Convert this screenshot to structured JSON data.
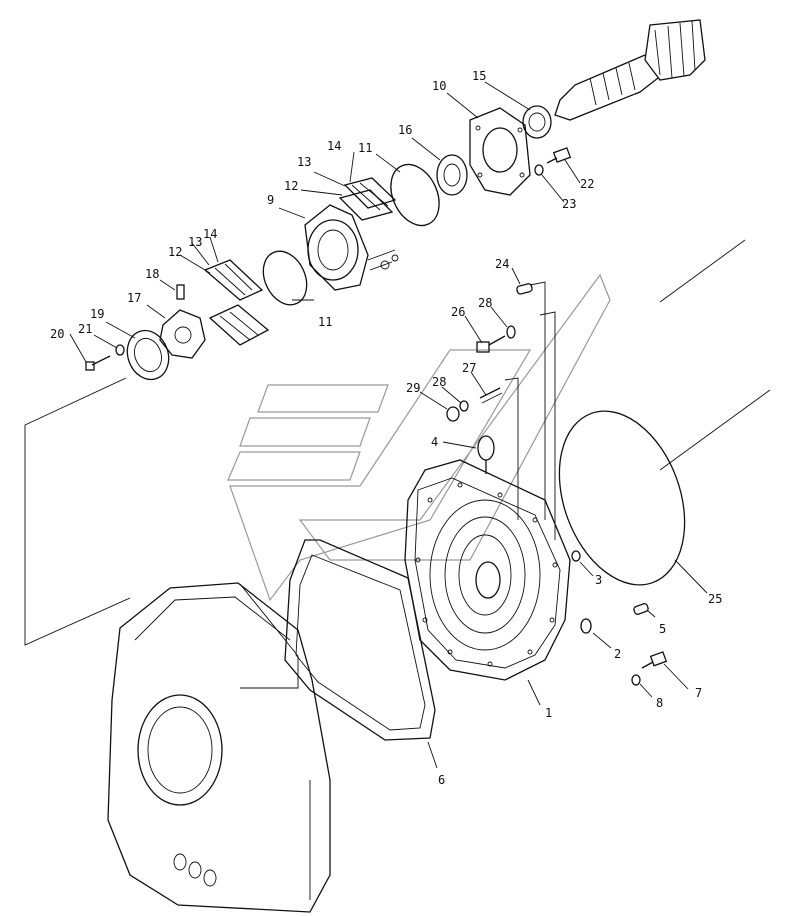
{
  "diagram": {
    "type": "exploded-parts-view",
    "callouts": [
      {
        "id": "c1",
        "label": "1"
      },
      {
        "id": "c2",
        "label": "2"
      },
      {
        "id": "c3",
        "label": "3"
      },
      {
        "id": "c4",
        "label": "4"
      },
      {
        "id": "c5",
        "label": "5"
      },
      {
        "id": "c6",
        "label": "6"
      },
      {
        "id": "c7",
        "label": "7"
      },
      {
        "id": "c8",
        "label": "8"
      },
      {
        "id": "c9",
        "label": "9"
      },
      {
        "id": "c10",
        "label": "10"
      },
      {
        "id": "c11a",
        "label": "11"
      },
      {
        "id": "c11b",
        "label": "11"
      },
      {
        "id": "c12a",
        "label": "12"
      },
      {
        "id": "c12b",
        "label": "12"
      },
      {
        "id": "c13a",
        "label": "13"
      },
      {
        "id": "c13b",
        "label": "13"
      },
      {
        "id": "c14a",
        "label": "14"
      },
      {
        "id": "c14b",
        "label": "14"
      },
      {
        "id": "c15",
        "label": "15"
      },
      {
        "id": "c16",
        "label": "16"
      },
      {
        "id": "c17",
        "label": "17"
      },
      {
        "id": "c18",
        "label": "18"
      },
      {
        "id": "c19",
        "label": "19"
      },
      {
        "id": "c20",
        "label": "20"
      },
      {
        "id": "c21",
        "label": "21"
      },
      {
        "id": "c22",
        "label": "22"
      },
      {
        "id": "c23",
        "label": "23"
      },
      {
        "id": "c24",
        "label": "24"
      },
      {
        "id": "c25",
        "label": "25"
      },
      {
        "id": "c26",
        "label": "26"
      },
      {
        "id": "c27",
        "label": "27"
      },
      {
        "id": "c28a",
        "label": "28"
      },
      {
        "id": "c28b",
        "label": "28"
      },
      {
        "id": "c29",
        "label": "29"
      }
    ]
  }
}
